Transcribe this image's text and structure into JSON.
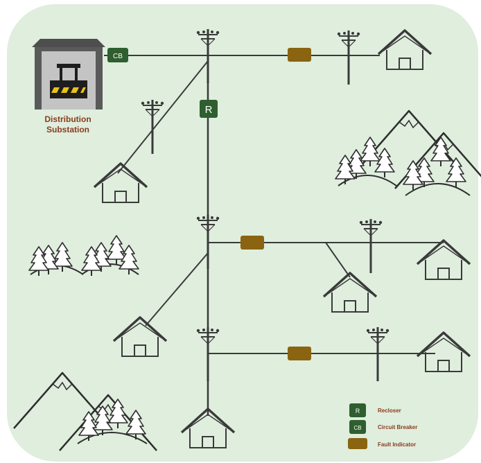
{
  "substation": {
    "label_line1": "Distribution",
    "label_line2": "Substation"
  },
  "devices": {
    "circuit_breaker_label": "CB",
    "recloser_label": "R"
  },
  "legend": {
    "items": [
      {
        "symbol": "R",
        "label": "Recloser"
      },
      {
        "symbol": "CB",
        "label": "Circuit Breaker"
      },
      {
        "symbol": "",
        "label": "Fault Indicator"
      }
    ]
  },
  "colors": {
    "background": "#dfeedd",
    "line": "#3a3a3a",
    "device_green": "#2f5e2f",
    "fault_indicator": "#8a6410",
    "label_brown": "#8b3a1f",
    "hazard_yellow": "#e8c21a"
  }
}
